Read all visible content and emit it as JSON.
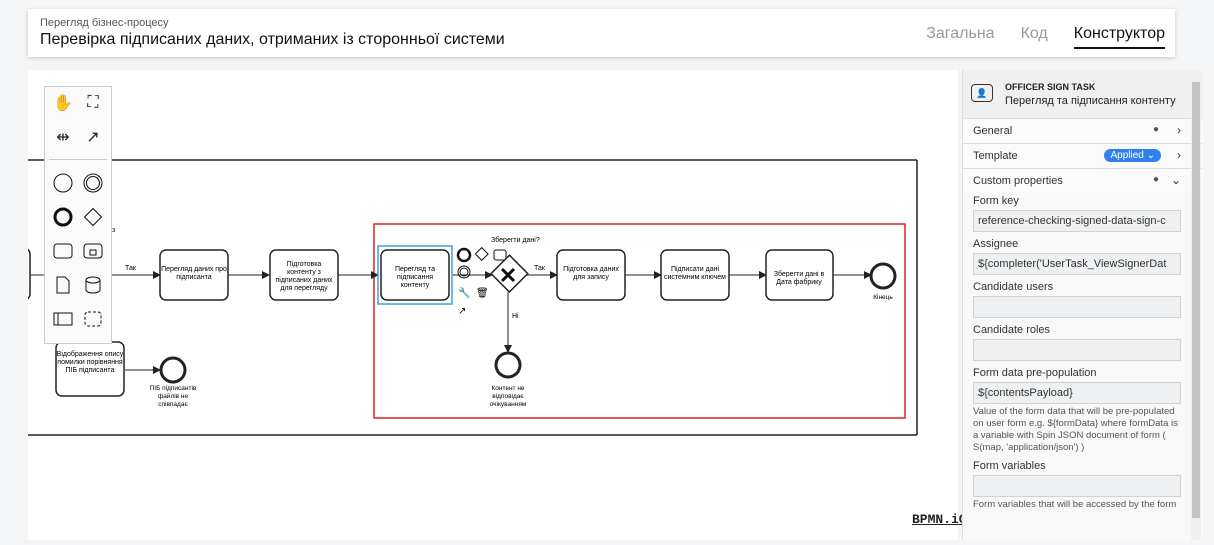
{
  "header": {
    "subtitle": "Перегляд бізнес-процесу",
    "title": "Перевірка підписаних даних, отриманих із сторонньої системи",
    "tabs": [
      "Загальна",
      "Код",
      "Конструктор"
    ]
  },
  "diagram": {
    "tasks": [
      "Перегляд даних про підписанта",
      "Підготовка контенту з підписаних даних для перегляду",
      "Перегляд та підписання контенту",
      "Підготовка даних для запису",
      "Підписати дані системним ключем",
      "Зберегти дані в Дата фабрику",
      "Відображення опису помилки порівняння ПІБ підписанта"
    ],
    "flow_labels": {
      "yes1": "Так",
      "yes2": "Так",
      "no": "Ні"
    },
    "gateway_label": "Зберегти дані?",
    "end_events": {
      "main": "Кінець",
      "error": "ПІБ підписантів файлів не співпадає",
      "content": "Контент не відповідає очікуванням"
    },
    "fragment": "з"
  },
  "properties": {
    "type": "OFFICER SIGN TASK",
    "name": "Перегляд та підписання контенту",
    "groups": {
      "general": "General",
      "template": "Template",
      "template_badge": "Applied",
      "custom": "Custom properties"
    },
    "form_key": {
      "label": "Form key",
      "value": "reference-checking-signed-data-sign-c"
    },
    "assignee": {
      "label": "Assignee",
      "value": "${completer('UserTask_ViewSignerDat"
    },
    "candidate_users": {
      "label": "Candidate users",
      "value": ""
    },
    "candidate_roles": {
      "label": "Candidate roles",
      "value": ""
    },
    "form_data": {
      "label": "Form data pre-population",
      "value": "${contentsPayload}",
      "hint": "Value of the form data that will be pre-populated on user form e.g. ${formData} where formData is a variable with Spin JSON document of form ( S(map, 'application/json') )"
    },
    "form_variables": {
      "label": "Form variables",
      "value": "",
      "hint": "Form variables that will be accessed by the form"
    }
  },
  "footer": {
    "brand": "BPMN.iO"
  }
}
